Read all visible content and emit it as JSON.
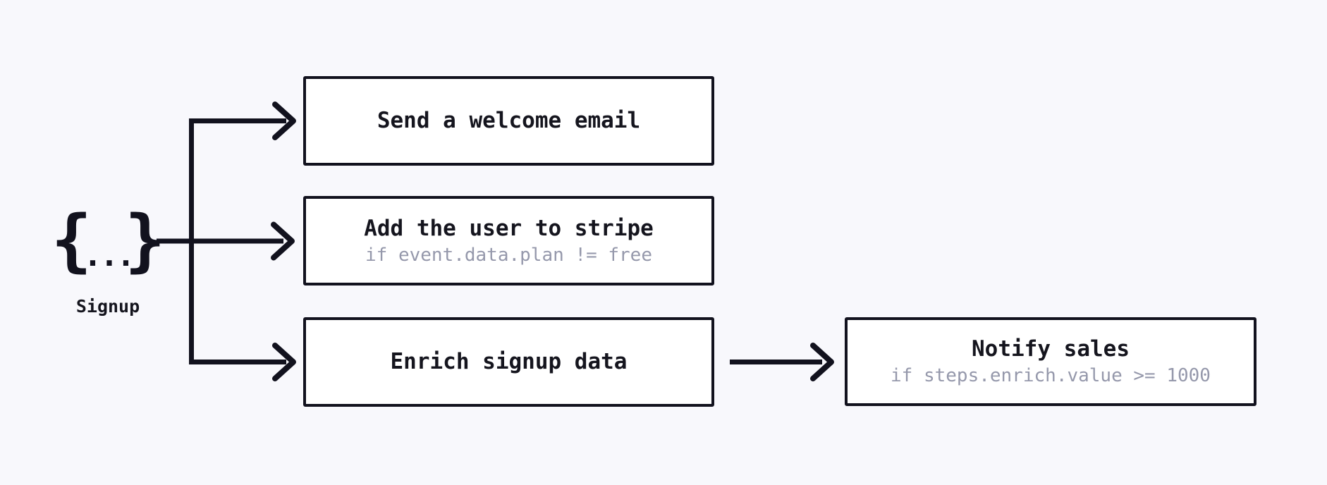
{
  "diagram": {
    "colors": {
      "background": "#f8f8fc",
      "stroke": "#12121e",
      "box_fill": "#ffffff",
      "title_text": "#15151e",
      "subtitle_text": "#9598ab"
    },
    "event": {
      "brace_open": "{",
      "brace_dots": "...",
      "brace_close": "}",
      "label": "Signup"
    },
    "nodes": [
      {
        "title": "Send a welcome email"
      },
      {
        "title": "Add the user to stripe",
        "subtitle": "if event.data.plan != free"
      },
      {
        "title": "Enrich signup data"
      },
      {
        "title": "Notify sales",
        "subtitle": "if steps.enrich.value >= 1000"
      }
    ]
  }
}
